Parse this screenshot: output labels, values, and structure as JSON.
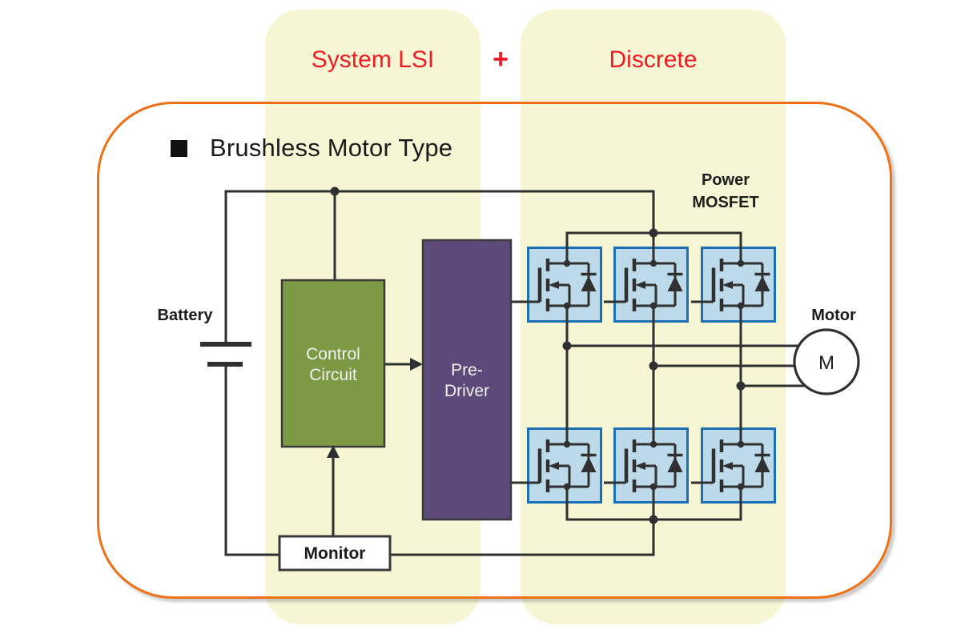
{
  "header": {
    "system_lsi": "System LSI",
    "plus": "+",
    "discrete": "Discrete"
  },
  "title": "Brushless Motor Type",
  "diagram": {
    "battery_label": "Battery",
    "power_mosfet_label_line1": "Power",
    "power_mosfet_label_line2": "MOSFET",
    "motor_label": "Motor",
    "motor_symbol": "M",
    "control_block_line1": "Control",
    "control_block_line2": "Circuit",
    "predriver_block_line1": "Pre-",
    "predriver_block_line2": "Driver",
    "monitor_block": "Monitor"
  },
  "colors": {
    "band_yellow": "#F6F6D5",
    "frame_orange": "#EE7118",
    "header_red": "#ED1C24",
    "control_green": "#7C9A43",
    "predriver_purple": "#5D4A7B",
    "mosfet_fill_blue": "#BCDAE9",
    "mosfet_border_blue": "#1B70B5",
    "wire": "#303030",
    "block_text": "#F2F2F4"
  }
}
